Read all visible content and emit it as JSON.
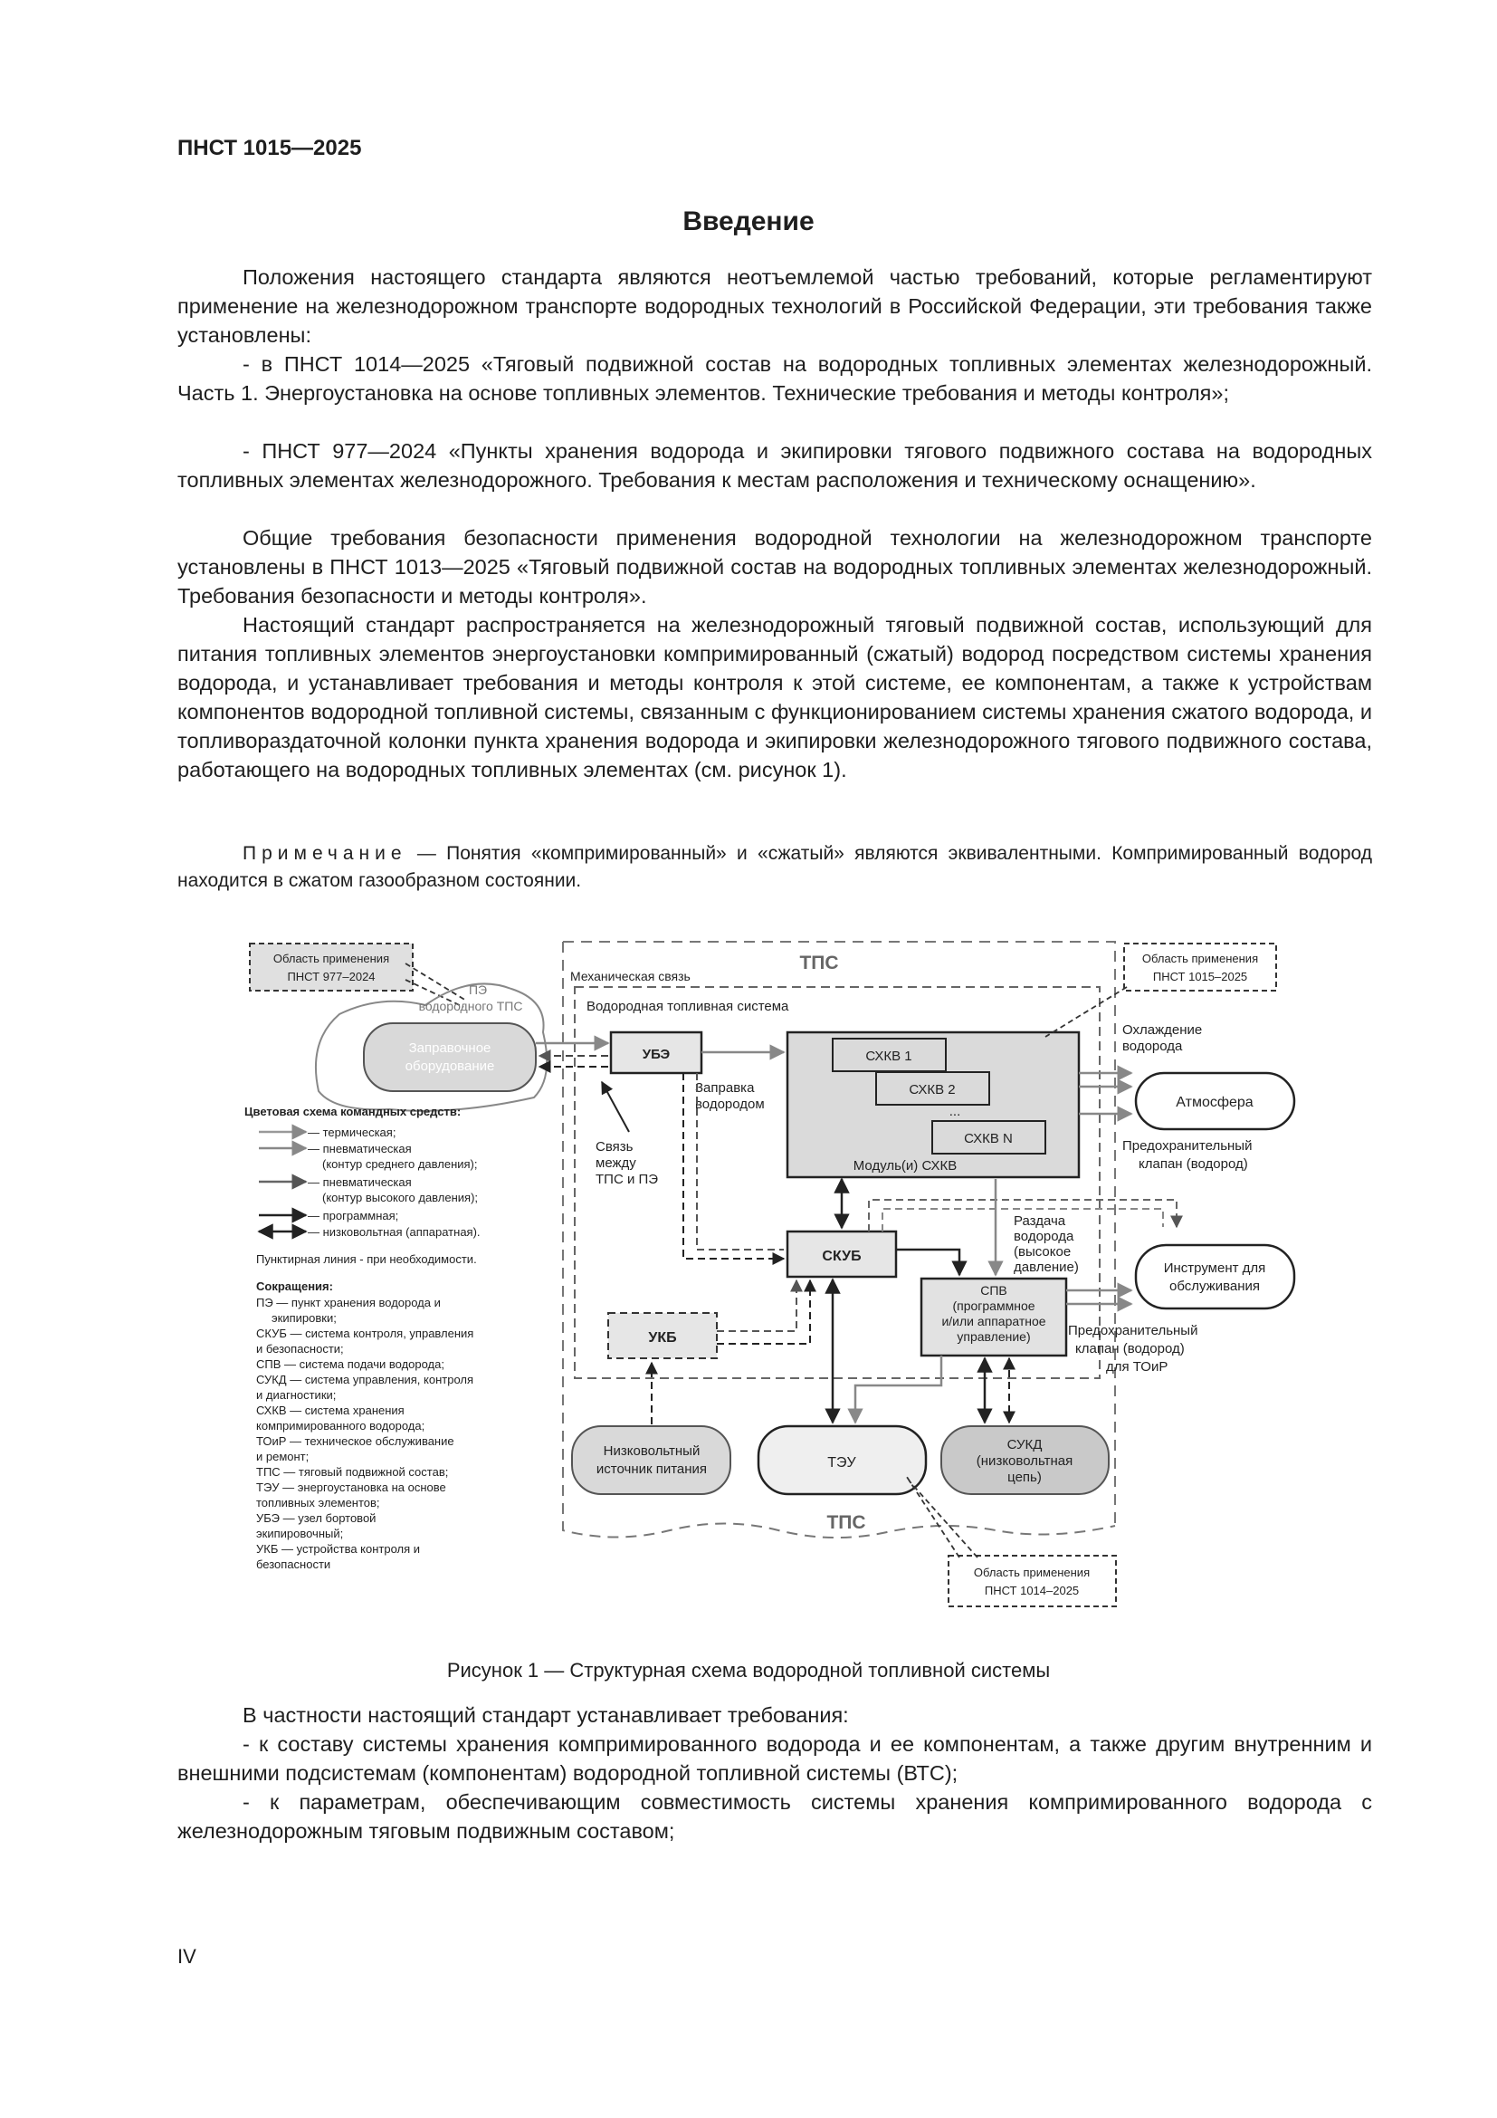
{
  "header": "ПНСТ 1015—2025",
  "title": "Введение",
  "paragraphs": [
    "Положения настоящего стандарта являются неотъемлемой частью требований, которые регламентируют применение на железнодорожном транспорте водородных технологий в Российской Федерации, эти требования также установлены:",
    "- в ПНСТ 1014—2025 «Тяговый подвижной состав на водородных топливных элементах железнодорожный. Часть 1. Энергоустановка на основе топливных элементов. Технические требования и методы контроля»;",
    "- ПНСТ 977—2024 «Пункты хранения водорода и экипировки тягового подвижного состава на водородных топливных элементах железнодорожного. Требования к местам расположения и техническому оснащению».",
    "Общие требования безопасности применения водородной технологии на железнодорожном транспорте установлены в ПНСТ 1013—2025 «Тяговый подвижной состав на водородных топливных элементах железнодорожный. Требования безопасности и методы контроля».",
    "Настоящий стандарт распространяется на железнодорожный тяговый подвижной состав, использующий для питания топливных элементов энергоустановки компримированный (сжатый) водород посредством системы хранения водорода, и устанавливает требования и методы контроля к этой системе, ее компонентам, а также к устройствам компонентов водородной топливной системы, связанным с функционированием системы хранения сжатого водорода, и топливораздаточной колонки пункта хранения водорода и экипировки железнодорожного тягового подвижного состава, работающего на водородных топливных элементах (см. рисунок 1)."
  ],
  "note": {
    "label": "Примечание",
    "text": " — Понятия «компримированный» и «сжатый» являются эквивалентными. Компримированный водород находится в сжатом газообразном состоянии."
  },
  "figure": {
    "scope_977": [
      "Область применения",
      "ПНСТ 977–2024"
    ],
    "scope_1015": [
      "Область применения",
      "ПНСТ 1015–2025"
    ],
    "scope_1014": [
      "Область применения",
      "ПНСТ 1014–2025"
    ],
    "pe_label": [
      "ПЭ",
      "водородного ТПС"
    ],
    "mech_link": "Механическая связь",
    "tps": "ТПС",
    "vts_label": "Водородная топливная система",
    "refuel_equipment": [
      "Заправочное",
      "оборудование"
    ],
    "ube": "УБЭ",
    "schv": [
      "СХКВ 1",
      "СХКВ 2",
      "...",
      "СХКВ N"
    ],
    "module": "Модуль(и) СХКВ",
    "cooling": [
      "Охлаждение",
      "водорода"
    ],
    "atmosphere": "Атмосфера",
    "safety_valve": [
      "Предохранительный",
      "клапан (водород)"
    ],
    "refuel_h2": [
      "Заправка",
      "водородом"
    ],
    "link_tps_pe": [
      "Связь",
      "между",
      "ТПС и ПЭ"
    ],
    "skub": "СКУБ",
    "dispense": [
      "Раздача",
      "водорода",
      "(высокое",
      "давление)"
    ],
    "tool": [
      "Инструмент для",
      "обслуживания"
    ],
    "spv": [
      "СПВ",
      "(программное",
      "и/или аппаратное",
      "управление)"
    ],
    "safety_valve_toir": [
      "Предохранительный",
      "клапан (водород)",
      "для ТОиР"
    ],
    "ukb": "УКБ",
    "lv_source": [
      "Низковольтный",
      "источник питания"
    ],
    "teu": "ТЭУ",
    "sukd": [
      "СУКД",
      "(низковольтная",
      "цепь)"
    ],
    "legend_title": "Цветовая схема командных средств:",
    "legend": [
      [
        "— термическая;"
      ],
      [
        "— пневматическая",
        "(контур среднего давления);"
      ],
      [
        "— пневматическая",
        "(контур высокого давления);"
      ],
      [
        "— программная;"
      ],
      [
        "— низковольтная (аппаратная)."
      ]
    ],
    "dashed_note": "Пунктирная линия - при необходимости.",
    "abbr_title": "Сокращения:",
    "abbr": [
      "ПЭ — пункт хранения водорода и",
      "экипировки;",
      "СКУБ — система контроля, управления",
      "и безопасности;",
      "СПВ — система подачи водорода;",
      "СУКД — система управления, контроля",
      "и диагностики;",
      "СХКВ — система хранения",
      "компримированного водорода;",
      "ТОиР — техническое обслуживание",
      "и ремонт;",
      "ТПС — тяговый подвижной состав;",
      "ТЭУ — энергоустановка на основе",
      "топливных элементов;",
      "УБЭ — узел бортовой",
      "экипировочный;",
      "УКБ — устройства контроля и",
      "безопасности"
    ]
  },
  "caption": "Рисунок 1 — Структурная схема водородной топливной системы",
  "after_paragraphs": [
    "В частности настоящий стандарт устанавливает требования:",
    "- к составу системы хранения компримированного водорода и ее компонентам, а также другим внутренним и внешними подсистемам (компонентам) водородной топливной системы (ВТС);",
    "- к параметрам, обеспечивающим совместимость системы хранения компримированного водорода с железнодорожным тяговым подвижным составом;"
  ],
  "page_number": "IV"
}
